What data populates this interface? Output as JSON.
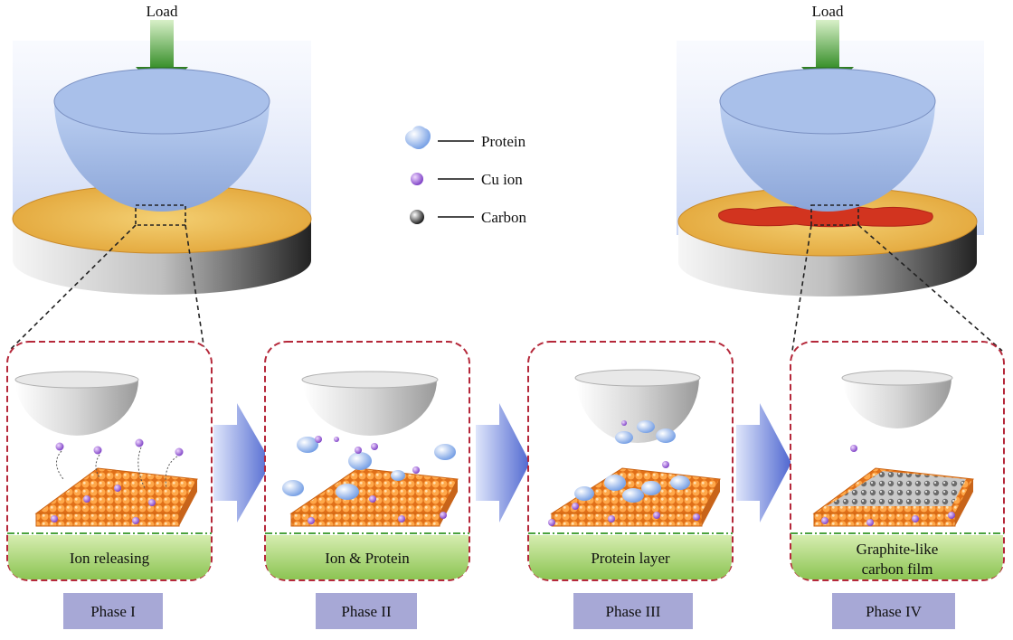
{
  "top_left": {
    "load_label": "Load"
  },
  "top_right": {
    "load_label": "Load"
  },
  "legend": [
    {
      "icon": "protein-icon",
      "label": "Protein"
    },
    {
      "icon": "cu-ion-icon",
      "label": "Cu ion"
    },
    {
      "icon": "carbon-icon",
      "label": "Carbon"
    }
  ],
  "phases": [
    {
      "caption": "Ion releasing",
      "tag": "Phase I"
    },
    {
      "caption": "Ion & Protein",
      "tag": "Phase II"
    },
    {
      "caption": "Protein layer",
      "tag": "Phase III"
    },
    {
      "caption_line1": "Graphite-like",
      "caption_line2": "carbon film",
      "tag": "Phase IV"
    }
  ],
  "colors": {
    "panel_border": "#b5283a",
    "ball_top": "#a8bfe8",
    "disk_top": "#e9b24a",
    "wear_track": "#d2341f",
    "lattice": "#f08a2c",
    "cu_ion": "#9b5fd8",
    "carbon": "#8a8a8a",
    "caption_bg": "#a6d46a",
    "arrow": "#5d74d6",
    "tag_bg": "#a7a8d6"
  }
}
